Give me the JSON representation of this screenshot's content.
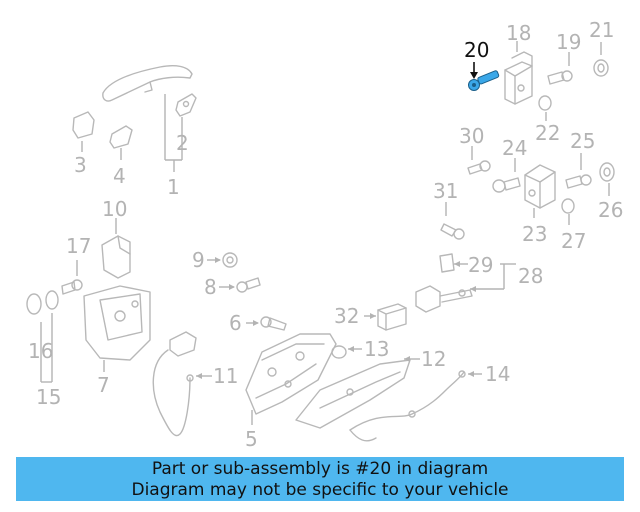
{
  "labels": {
    "l1": "1",
    "l2": "2",
    "l3": "3",
    "l4": "4",
    "l5": "5",
    "l6": "6",
    "l7": "7",
    "l8": "8",
    "l9": "9",
    "l10": "10",
    "l11": "11",
    "l12": "12",
    "l13": "13",
    "l14": "14",
    "l15": "15",
    "l16": "16",
    "l17": "17",
    "l18": "18",
    "l19": "19",
    "l20": "20",
    "l21": "21",
    "l22": "22",
    "l23": "23",
    "l24": "24",
    "l25": "25",
    "l26": "26",
    "l27": "27",
    "l28": "28",
    "l29": "29",
    "l30": "30",
    "l31": "31",
    "l32": "32"
  },
  "highlighted_part": "20",
  "colors": {
    "banner_bg": "#4fb7ef",
    "part_gray": "#b8b8b8",
    "highlight_part": "#3aa7e8",
    "label_gray": "#b3b3b3"
  },
  "banner": {
    "line1": "Part or sub-assembly is #20 in diagram",
    "line2": "Diagram may not be specific to your vehicle"
  }
}
